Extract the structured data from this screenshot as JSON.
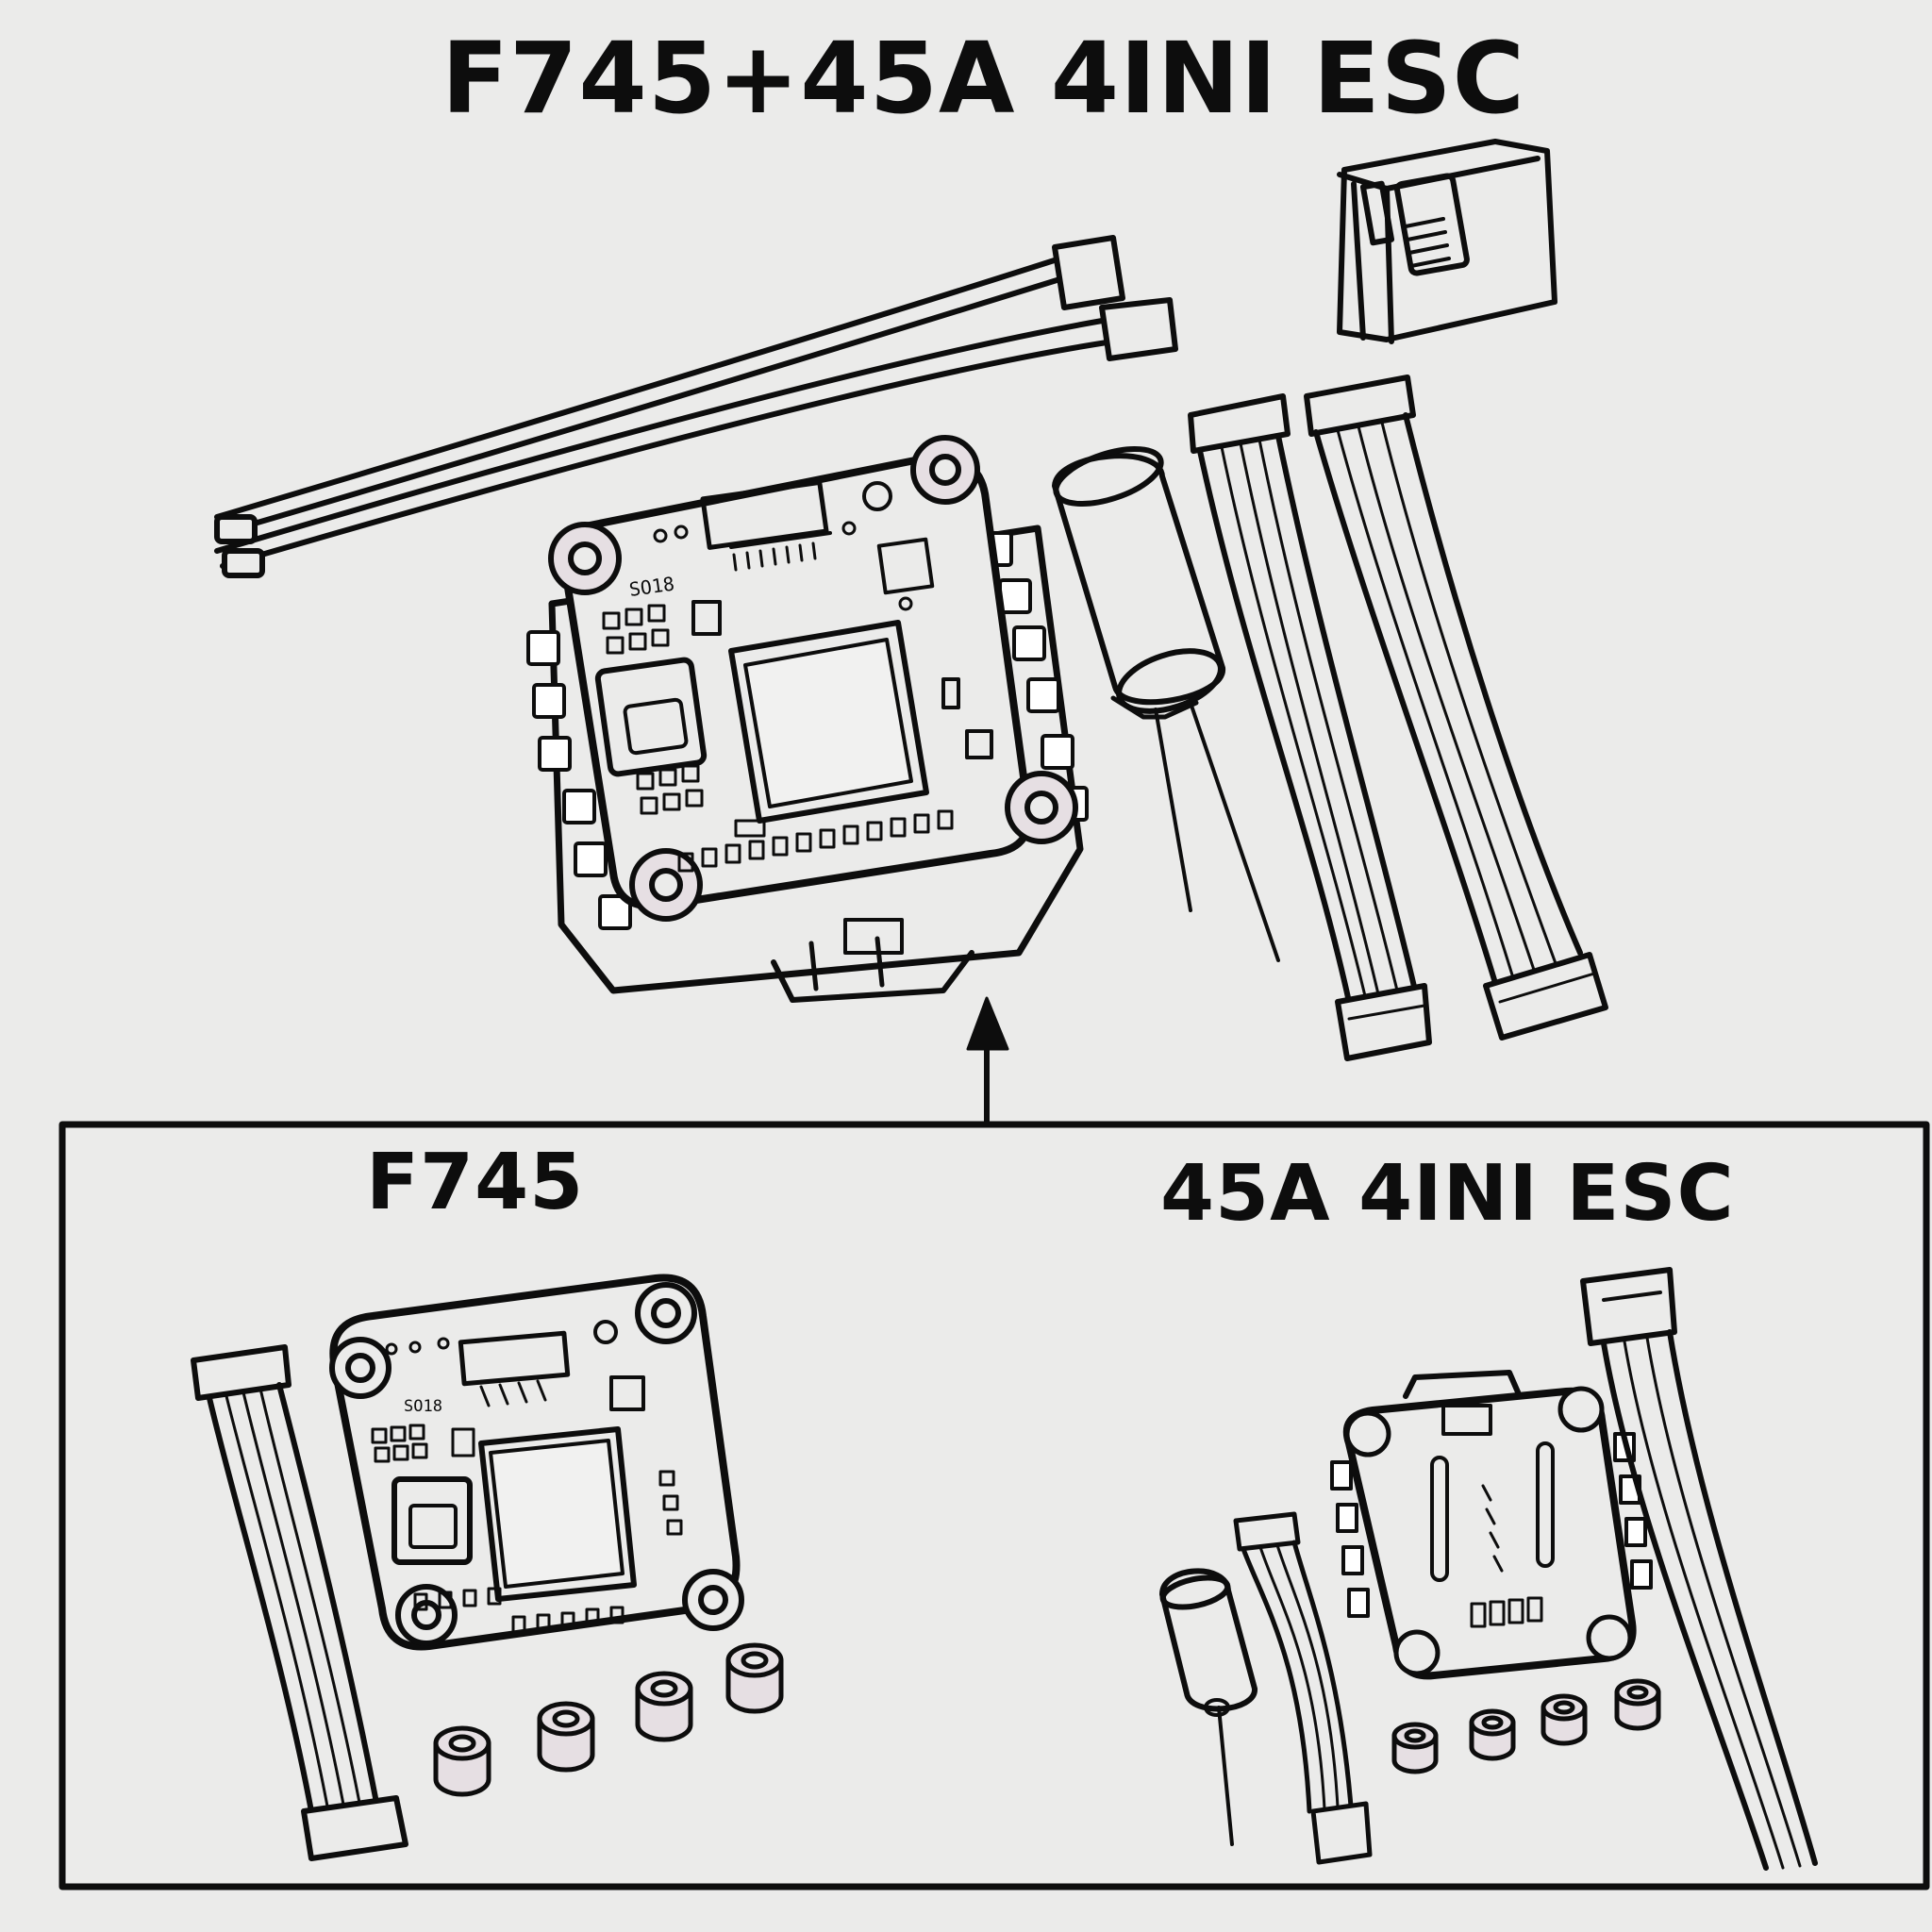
{
  "title": "F745+45A 4INI ESC",
  "bottom_panel": {
    "left_label": "F745",
    "right_label": "45A 4INI ESC"
  },
  "board_markings": {
    "stack_board": "SO18",
    "fc_board": "SO18"
  },
  "colors": {
    "background": "#ebebea",
    "ink": "#0d0d0d",
    "standoff_tint": "#e6dfe3",
    "pad_fill": "#ffffff"
  },
  "icons": [
    "up-arrow-icon"
  ]
}
